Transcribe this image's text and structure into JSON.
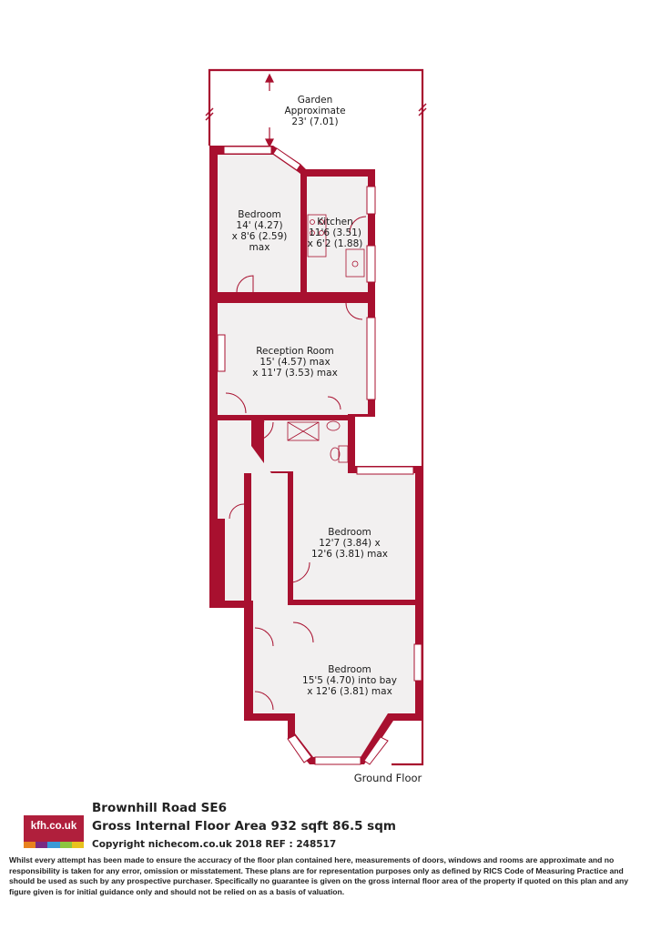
{
  "plan": {
    "floor_label": "Ground Floor",
    "garden": {
      "line1": "Garden",
      "line2": "Approximate",
      "line3": "23' (7.01)"
    },
    "rooms": {
      "bedroom_top": {
        "line1": "Bedroom",
        "line2": "14' (4.27)",
        "line3": "x 8'6 (2.59)",
        "line4": "max"
      },
      "kitchen": {
        "line1": "Kitchen",
        "line2": "11'6 (3.51)",
        "line3": "x 6'2 (1.88)"
      },
      "reception": {
        "line1": "Reception Room",
        "line2": "15' (4.57) max",
        "line3": "x 11'7 (3.53) max"
      },
      "bedroom_middle": {
        "line1": "Bedroom",
        "line2": "12'7 (3.84) x",
        "line3": "12'6 (3.81) max"
      },
      "bedroom_bottom": {
        "line1": "Bedroom",
        "line2": "15'5 (4.70) into bay",
        "line3": "x 12'6 (3.81) max"
      }
    },
    "colors": {
      "wall": "#a8102f",
      "floor": "#f2f0f0",
      "outline": "#a8102f"
    }
  },
  "footer": {
    "logo_text": "kfh.co.uk",
    "logo_colors": [
      "#e8821e",
      "#7a2a82",
      "#3a9ad6",
      "#8cc63f",
      "#e8c21e"
    ],
    "address": "Brownhill Road  SE6",
    "area": "Gross Internal Floor Area 932 sqft 86.5 sqm",
    "copyright": "Copyright nichecom.co.uk 2018 REF : 248517",
    "disclaimer": "Whilst every attempt has been made to ensure the accuracy of the floor plan contained here, measurements of doors, windows and rooms are approximate and no responsibility is taken for any error, omission or misstatement.  These plans are for representation purposes only as defined by RICS Code of Measuring Practice and should be used as such by any prospective purchaser.  Specifically no guarantee is given on the gross internal floor area of the property if quoted on this plan and any figure given is for initial guidance only and should not be relied on as a basis of valuation."
  }
}
